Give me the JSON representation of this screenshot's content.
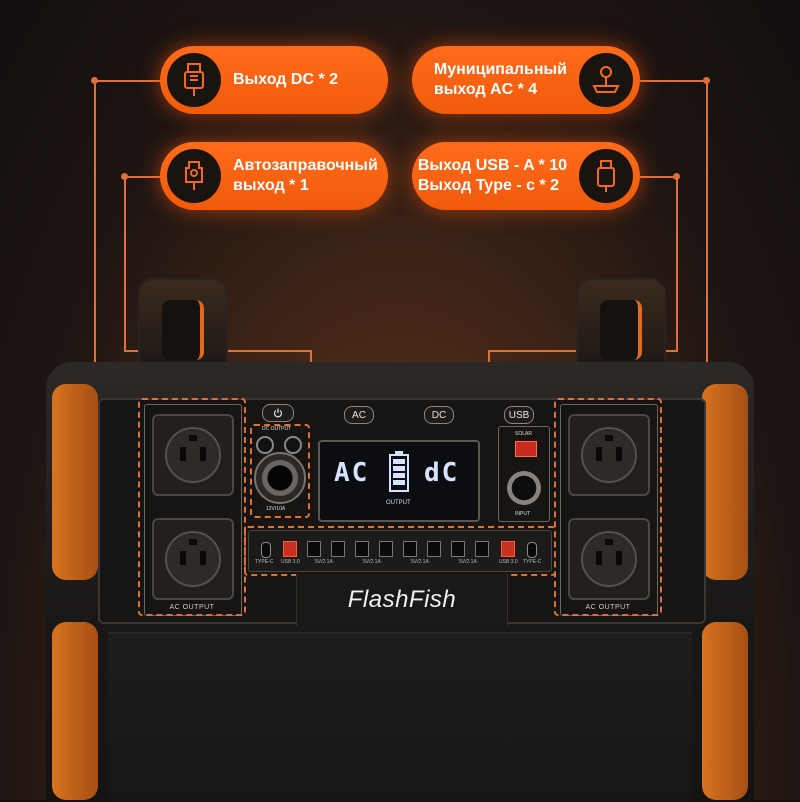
{
  "callouts": {
    "dc_output": {
      "line1": "Выход DC * 2",
      "icon": "dc-plug-icon"
    },
    "car_output": {
      "line1": "Автозаправочный",
      "line2": "выход * 1",
      "icon": "car-charger-icon"
    },
    "ac_output": {
      "line1": "Муниципальный",
      "line2": "выход AC * 4",
      "icon": "ac-plug-icon"
    },
    "usb_output": {
      "line1": "Выход USB - A * 10",
      "line2": "Выход Type - c * 2",
      "icon": "usb-plug-icon"
    }
  },
  "device": {
    "brand": "FlashFish",
    "buttons": {
      "ac": "AC",
      "dc": "DC",
      "usb": "USB"
    },
    "labels": {
      "dc_output": "DC OUTPUT",
      "car_voltage": "12V/10A",
      "ac_output_left": "AC OUTPUT",
      "ac_output_right": "AC OUTPUT",
      "solar": "SOLAR",
      "input": "INPUT",
      "lcd_output": "OUTPUT"
    },
    "lcd": {
      "left": "AC",
      "right": "dC"
    },
    "port_strip": {
      "type_c_left": "TYPE-C",
      "usb_qc_left": "USB 3.0",
      "group1": "5V/2.1A",
      "group2": "5V/2.1A",
      "group3": "5V/2.1A",
      "group4": "5V/2.1A",
      "usb_qc_right": "USB 3.0",
      "type_c_right": "TYPE-C"
    }
  },
  "colors": {
    "accent": "#f25a0c",
    "leader": "#e0703a",
    "badge": "#1a1410"
  }
}
